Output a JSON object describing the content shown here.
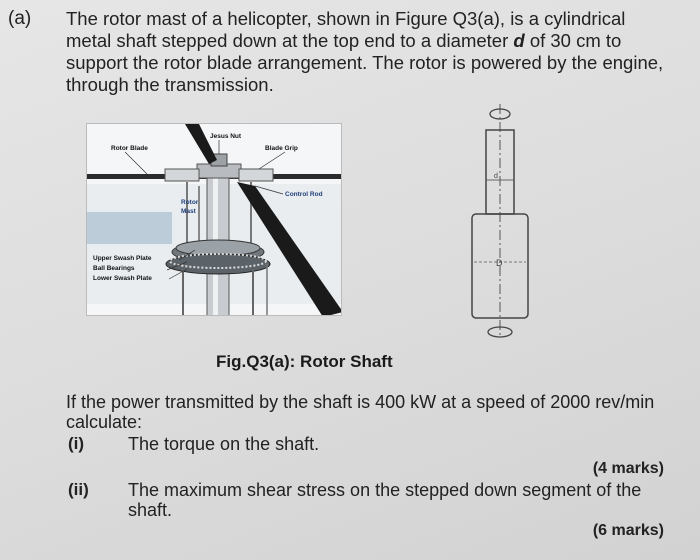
{
  "part": {
    "label": "(a)"
  },
  "intro": {
    "text_1": "The rotor mast of a helicopter, shown in Figure Q3(a), is a cylindrical metal shaft stepped down at the top end to a diameter ",
    "var_d": "d",
    "text_2": " of 30 cm to support the rotor blade arrangement. The rotor is powered by the engine, through the transmission."
  },
  "figure": {
    "labels": {
      "jesus_nut": "Jesus Nut",
      "rotor_blade": "Rotor Blade",
      "blade_grip": "Blade Grip",
      "control_rod": "Control Rod",
      "rotor_mast_1": "Rotor",
      "rotor_mast_2": "Mast",
      "upper_swash_plate": "Upper Swash Plate",
      "ball_bearings": "Ball Bearings",
      "lower_swash_plate": "Lower Swash Plate"
    },
    "caption": "Fig.Q3(a): Rotor Shaft",
    "drawing_symbol_top": "d",
    "drawing_symbol_mid": "D"
  },
  "question": {
    "stem": "If the power transmitted by the shaft is 400 kW at a speed of 2000 rev/min calculate:",
    "items": [
      {
        "num": "(i)",
        "text": "The torque on the shaft.",
        "marks": "(4 marks)"
      },
      {
        "num": "(ii)",
        "text": "The maximum shear stress on the stepped down segment of the shaft.",
        "marks": "(6 marks)"
      }
    ]
  },
  "colors": {
    "text": "#222222",
    "background": "#dcdcdc",
    "blade": "#1a1a1a",
    "label_blue": "#1f3f7a"
  }
}
